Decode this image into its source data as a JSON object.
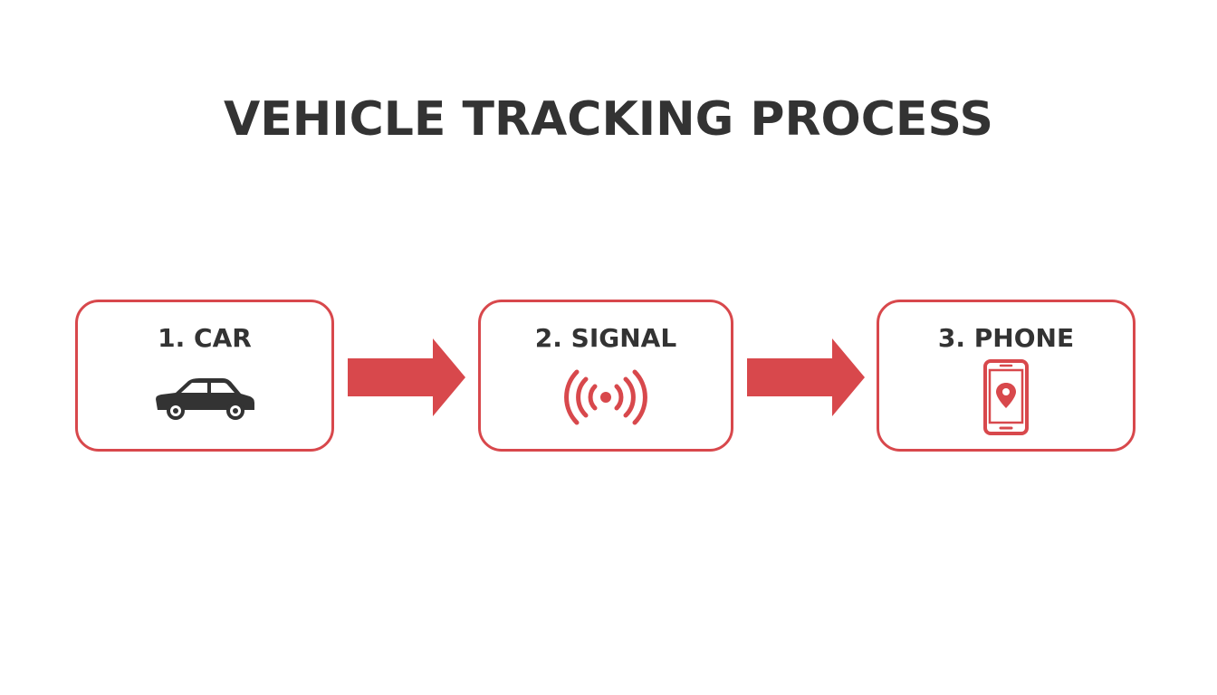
{
  "title": "VEHICLE TRACKING PROCESS",
  "colors": {
    "accent": "#d8484c",
    "text": "#333333",
    "background": "#ffffff"
  },
  "steps": [
    {
      "label": "1. CAR",
      "icon": "car-icon"
    },
    {
      "label": "2. SIGNAL",
      "icon": "signal-icon"
    },
    {
      "label": "3. PHONE",
      "icon": "phone-location-icon"
    }
  ],
  "connectors": [
    "arrow-right-icon",
    "arrow-right-icon"
  ]
}
